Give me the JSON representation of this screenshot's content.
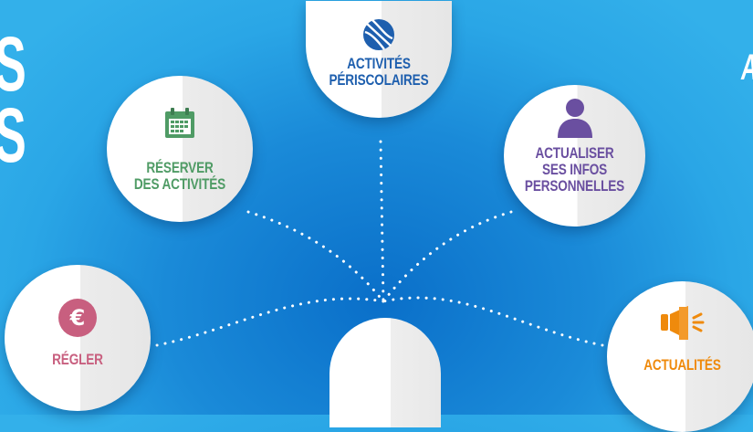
{
  "left_text": [
    "S",
    "S"
  ],
  "right_text": "A",
  "nodes": {
    "regler": {
      "label_lines": [
        "RÉGLER"
      ],
      "icon": "euro-icon",
      "color": "#c85f7f"
    },
    "reserver": {
      "label_lines": [
        "RÉSERVER",
        "DES ACTIVITÉS"
      ],
      "icon": "calendar-icon",
      "color": "#4f9b65"
    },
    "periscolaires": {
      "label_lines": [
        "ACTIVITÉS",
        "PÉRISCOLAIRES"
      ],
      "icon": "basketball-icon",
      "color": "#1e5fae"
    },
    "infos": {
      "label_lines": [
        "ACTUALISER",
        "SES INFOS",
        "PERSONNELLES"
      ],
      "icon": "user-icon",
      "color": "#6a4fa0"
    },
    "actualites": {
      "label_lines": [
        "ACTUALITÉS"
      ],
      "icon": "megaphone-icon",
      "color": "#ef8a0c"
    }
  },
  "colors": {
    "background_center": "#0a6fc9",
    "background_edge": "#33b0ea",
    "dots": "#ffffff"
  }
}
